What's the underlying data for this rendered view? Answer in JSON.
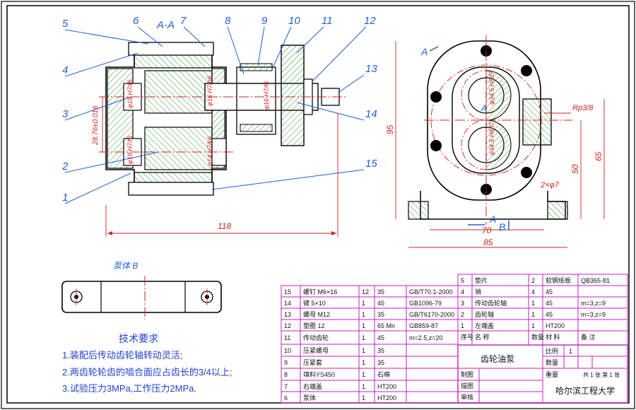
{
  "view_titles": {
    "section": "A-A",
    "pump_body": "泵体 B"
  },
  "part_numbers": [
    "1",
    "2",
    "3",
    "4",
    "5",
    "6",
    "7",
    "8",
    "9",
    "10",
    "11",
    "12",
    "13",
    "14",
    "15"
  ],
  "dimensions": {
    "length_118": "118",
    "height_95": "95",
    "height_65": "65",
    "height_50": "50",
    "width_70": "70",
    "width_85": "85",
    "center_distance": "28.76±0.016",
    "thread": "Rp3/8",
    "holes": "2×φ7",
    "fit_1": "φ18 H7/f6",
    "fit_2": "φ16 H7/h6",
    "fit_3": "φ18 H7/f6",
    "fit_4": "φ14 H7/k6",
    "fit_5": "φ34.5 H8/f7",
    "fit_6": "φ34.5 H8/f7",
    "fit_7": "φ16 H7/f6"
  },
  "section_markers": {
    "a_top": "A",
    "a_mid": "A",
    "a_bottom": "A",
    "b_bottom": "B"
  },
  "tech_requirements": {
    "title": "技术要求",
    "items": [
      "1.装配后传动齿轮轴转动灵活;",
      "2.两齿轮轮齿的啮合面应占齿长的3/4以上;",
      "3.试验压力3MPa,工作压力2MPa."
    ]
  },
  "bom_upper": {
    "rows": [
      [
        "5",
        "垫片",
        "2",
        "软钢纸板",
        "QB365-81"
      ],
      [
        "4",
        "销",
        "4",
        "45",
        ""
      ],
      [
        "3",
        "传动齿轮轴",
        "1",
        "45",
        "m=3,z=9"
      ],
      [
        "2",
        "齿轮轴",
        "1",
        "45",
        "m=3,z=9"
      ],
      [
        "1",
        "左端盖",
        "1",
        "HT200",
        ""
      ]
    ],
    "header": [
      "序号",
      "名 称",
      "数量",
      "材 料",
      "备 注"
    ]
  },
  "bom_lower": {
    "rows": [
      [
        "15",
        "螺钉 M6×16",
        "12",
        "35",
        "GB/T70.1-2000"
      ],
      [
        "14",
        "键 5×10",
        "1",
        "45",
        "GB1096-79"
      ],
      [
        "13",
        "螺母 M12",
        "1",
        "35",
        "GB/T6170-2000"
      ],
      [
        "12",
        "垫圈 12",
        "1",
        "65 Mn",
        "GB859-87"
      ],
      [
        "11",
        "传动齿轮",
        "1",
        "45",
        "m=2.5,z=20"
      ],
      [
        "10",
        "压紧螺母",
        "1",
        "35",
        ""
      ],
      [
        "9",
        "压紧套",
        "1",
        "35",
        ""
      ],
      [
        "8",
        "填料YS450",
        "1",
        "石棉",
        ""
      ],
      [
        "7",
        "右端盖",
        "1",
        "HT200",
        ""
      ],
      [
        "6",
        "泵体",
        "1",
        "HT200",
        ""
      ]
    ]
  },
  "title_block": {
    "name": "齿轮油泵",
    "scale_label": "比例",
    "scale_value": "1",
    "qty_label": "数量",
    "weight_label": "重量",
    "sheet_info": "共 1 张 第 1 张",
    "drawn": "制图",
    "traced": "描图",
    "checked": "审核",
    "school": "哈尔滨工程大学"
  }
}
